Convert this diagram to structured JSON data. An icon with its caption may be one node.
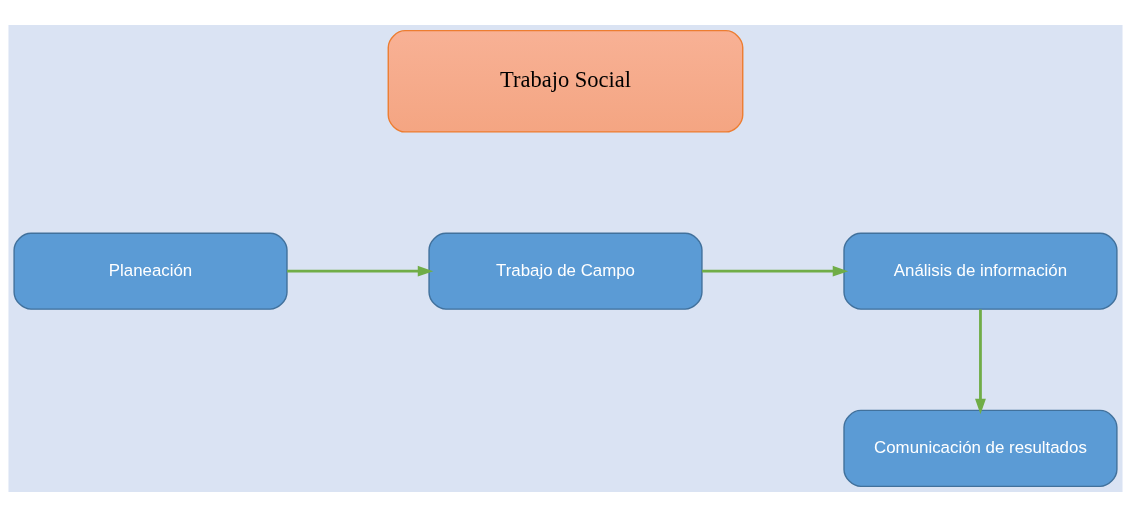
{
  "diagram": {
    "nodes": [
      {
        "text": [
          "Trabajo Social"
        ]
      },
      {
        "text": [
          "Planeación"
        ]
      },
      {
        "text": [
          "Trabajo de Campo"
        ]
      },
      {
        "text": [
          "Análisis de información"
        ]
      },
      {
        "text": [
          "Comunicación de resultados"
        ]
      }
    ],
    "edges": [
      {
        "from": 1,
        "to": 2,
        "arrow": "to"
      },
      {
        "from": 2,
        "to": 3,
        "arrow": "to"
      },
      {
        "from": 3,
        "to": 4,
        "arrow": "to"
      }
    ]
  }
}
